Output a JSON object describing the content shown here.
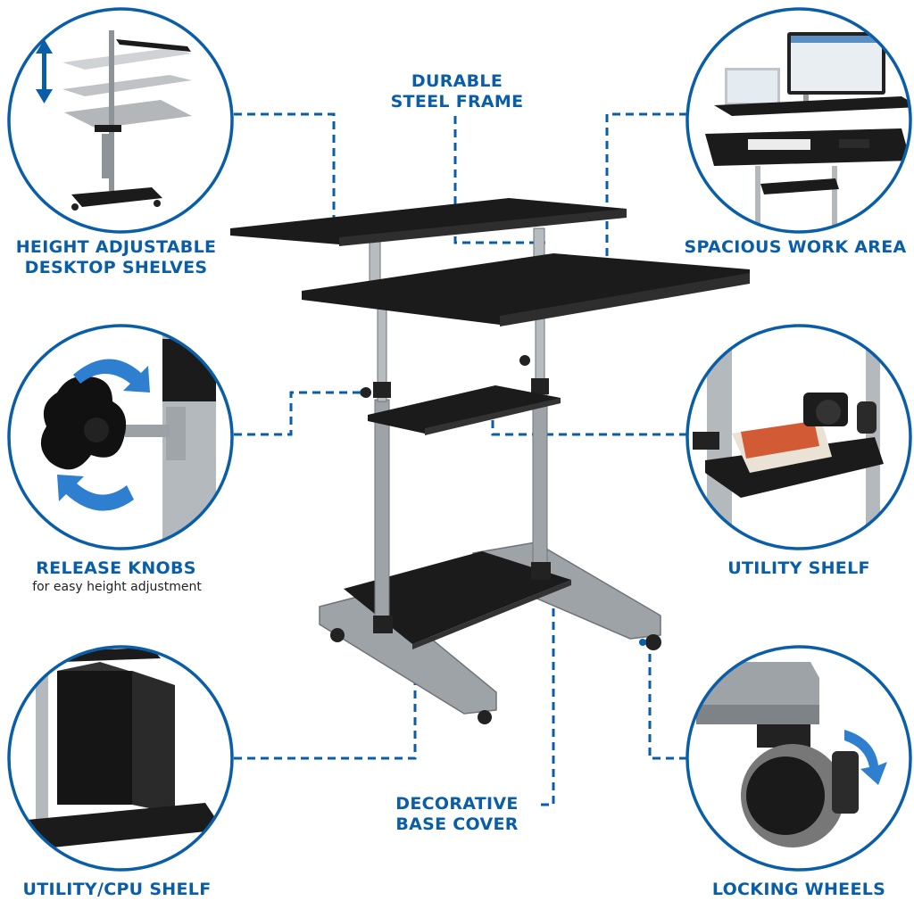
{
  "colors": {
    "accent": "#0a5ea8",
    "desk_top": "#1b1b1b",
    "frame": "#9ea3a8",
    "frame_dark": "#6f747a"
  },
  "callouts": {
    "durable_frame": [
      "DURABLE",
      "STEEL FRAME"
    ],
    "height_adjustable": [
      "HEIGHT ADJUSTABLE",
      "DESKTOP SHELVES"
    ],
    "spacious_work_area": "SPACIOUS WORK AREA",
    "release_knobs": "RELEASE KNOBS",
    "release_knobs_sub": "for easy height adjustment",
    "utility_shelf": "UTILITY SHELF",
    "cpu_shelf": "UTILITY/CPU SHELF",
    "base_cover": [
      "DECORATIVE",
      "BASE COVER"
    ],
    "locking_wheels": "LOCKING WHEELS"
  },
  "icons": {
    "arrow": "rotate-arrow-icon",
    "height": "up-down-arrow-icon"
  }
}
